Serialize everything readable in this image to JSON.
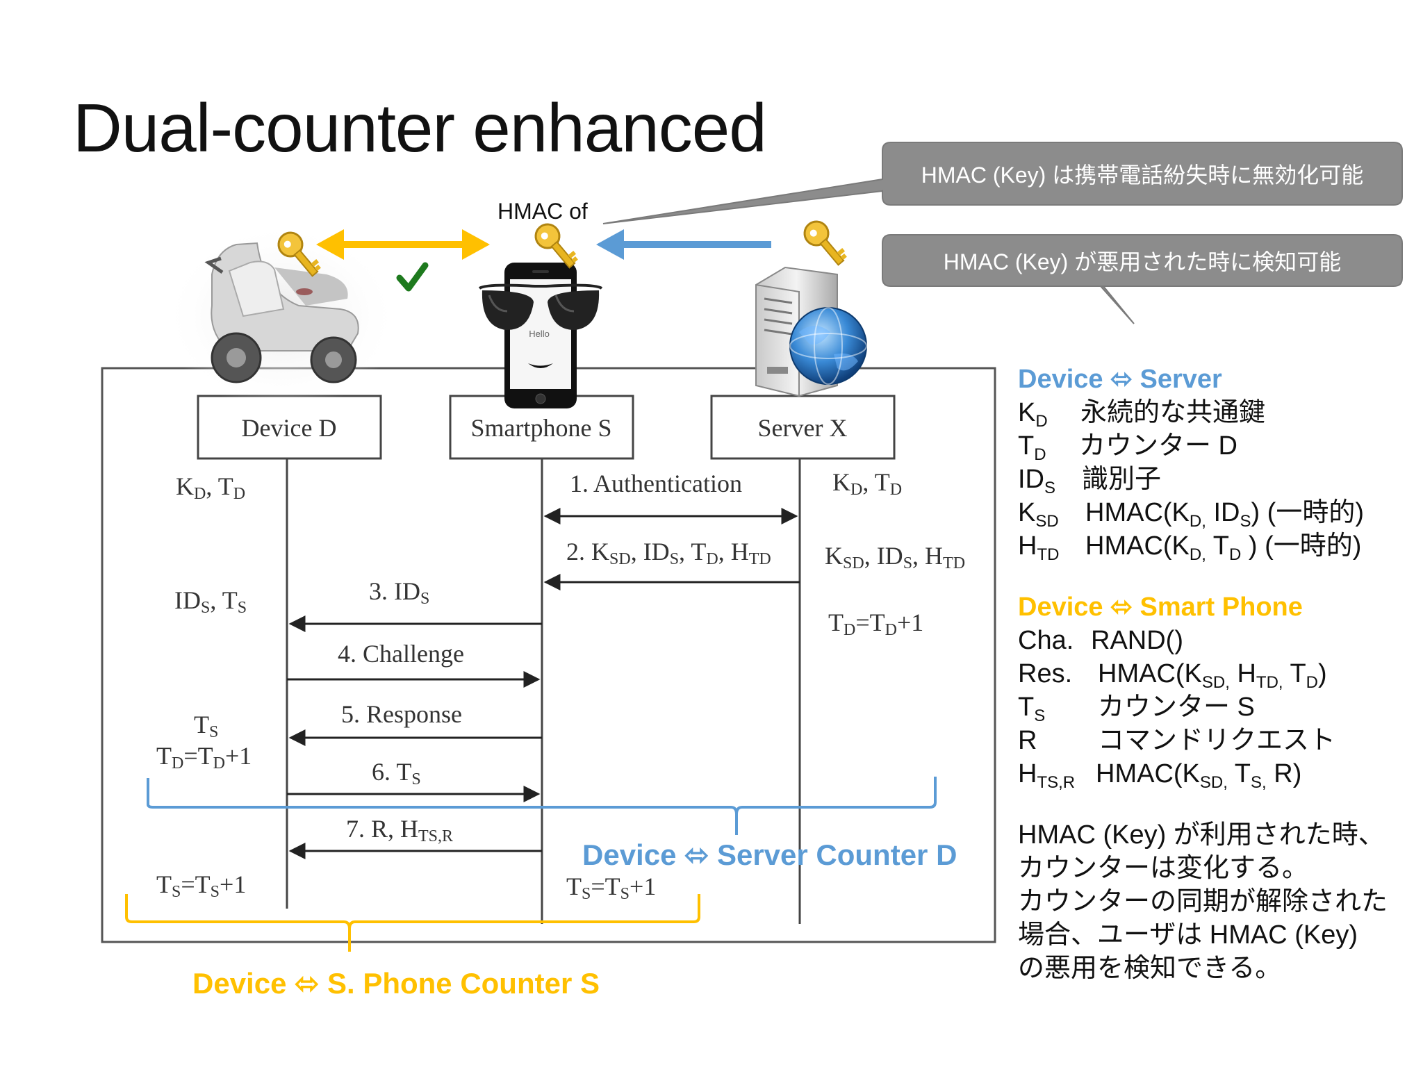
{
  "title": "Dual-counter enhanced",
  "hmac_of_label": "HMAC of",
  "callouts": {
    "top": "HMAC (Key) は携帯電話紛失時に無効化可能",
    "bottom": "HMAC (Key) が悪用された時に検知可能"
  },
  "phone_text": "Hello",
  "entities": {
    "device": "Device D",
    "smartphone": "Smartphone S",
    "server": "Server X"
  },
  "colors": {
    "blue": "#5b9bd5",
    "gold": "#ffc000",
    "callout_bg": "#8c8c8c",
    "check": "#1e7a1e"
  },
  "legend": {
    "server_header": "Device ⬄ Server",
    "server_rows": [
      {
        "sym": "K",
        "sub": "D",
        "desc": "永続的な共通鍵"
      },
      {
        "sym": "T",
        "sub": "D",
        "desc": "カウンター D"
      },
      {
        "sym": "ID",
        "sub": "S",
        "desc": "識別子"
      },
      {
        "sym": "K",
        "sub": "SD",
        "desc": "HMAC(K_D, ID_S) (一時的)"
      },
      {
        "sym": "H",
        "sub": "TD",
        "desc": "HMAC(K_D, T_D ) (一時的)"
      }
    ],
    "phone_header": "Device ⬄ Smart Phone",
    "phone_rows": [
      {
        "sym": "Cha.",
        "sub": "",
        "desc": "RAND()"
      },
      {
        "sym": "Res.",
        "sub": "",
        "desc": "HMAC(K_SD, H_TD, T_D)"
      },
      {
        "sym": "T",
        "sub": "S",
        "desc": "カウンター S"
      },
      {
        "sym": "R",
        "sub": "",
        "desc": "コマンドリクエスト"
      },
      {
        "sym": "H",
        "sub": "TS,R",
        "desc": "HMAC(K_SD, T_S, R)"
      }
    ],
    "note_lines": [
      "HMAC (Key) が利用された時、",
      "カウンターは変化する。",
      "カウンターの同期が解除された",
      "場合、ユーザは HMAC (Key)",
      "の悪用を検知できる。"
    ]
  },
  "brace_labels": {
    "server_counter": "Device ⬄ Server Counter D",
    "phone_counter": "Device ⬄ S. Phone Counter S"
  }
}
